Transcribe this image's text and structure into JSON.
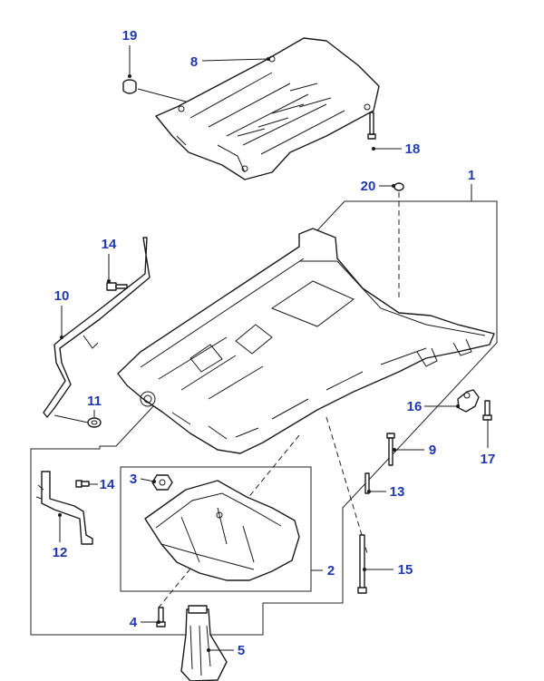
{
  "callouts": {
    "c1": "1",
    "c2": "2",
    "c3": "3",
    "c4": "4",
    "c5": "5",
    "c8": "8",
    "c9": "9",
    "c10": "10",
    "c11": "11",
    "c12": "12",
    "c13": "13",
    "c14a": "14",
    "c14b": "14",
    "c15": "15",
    "c16": "16",
    "c17": "17",
    "c18": "18",
    "c19": "19",
    "c20": "20"
  },
  "colors": {
    "callout_text": "#2038b0",
    "line_art": "#1a1a1a"
  }
}
